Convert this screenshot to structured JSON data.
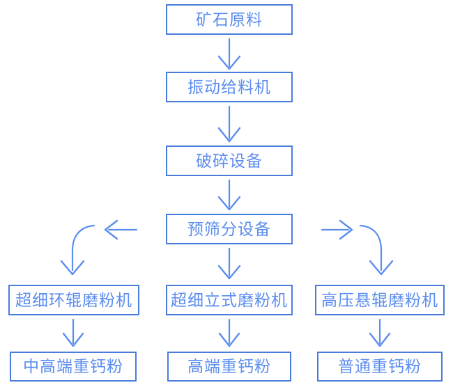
{
  "diagram": {
    "title": "",
    "type": "flowchart",
    "colors": {
      "box_border": "#4a7ddb",
      "text": "#5b8def",
      "arrow": "#5b8def",
      "background": "#ffffff"
    },
    "nodes": {
      "ore": "矿石原料",
      "feeder": "振动给料机",
      "crusher": "破碎设备",
      "screen": "预筛分设备",
      "mill_left": "超细环辊磨粉机",
      "mill_center": "超细立式磨粉机",
      "mill_right": "高压悬辊磨粉机",
      "product_left": "中高端重钙粉",
      "product_center": "高端重钙粉",
      "product_right": "普通重钙粉"
    },
    "connectors": [
      {
        "name": "ore-to-feeder",
        "from": "ore",
        "to": "feeder",
        "shape": "straight-down"
      },
      {
        "name": "feeder-to-crusher",
        "from": "feeder",
        "to": "crusher",
        "shape": "straight-down"
      },
      {
        "name": "crusher-to-screen",
        "from": "crusher",
        "to": "screen",
        "shape": "straight-down"
      },
      {
        "name": "screen-to-left",
        "from": "screen",
        "to": "mill_left",
        "shape": "left-then-down"
      },
      {
        "name": "screen-to-center",
        "from": "screen",
        "to": "mill_center",
        "shape": "straight-down"
      },
      {
        "name": "screen-to-right",
        "from": "screen",
        "to": "mill_right",
        "shape": "right-then-down"
      },
      {
        "name": "mill-left-to-product",
        "from": "mill_left",
        "to": "product_left",
        "shape": "straight-down"
      },
      {
        "name": "mill-center-to-product",
        "from": "mill_center",
        "to": "product_center",
        "shape": "straight-down"
      },
      {
        "name": "mill-right-to-product",
        "from": "mill_right",
        "to": "product_right",
        "shape": "straight-down"
      }
    ]
  }
}
